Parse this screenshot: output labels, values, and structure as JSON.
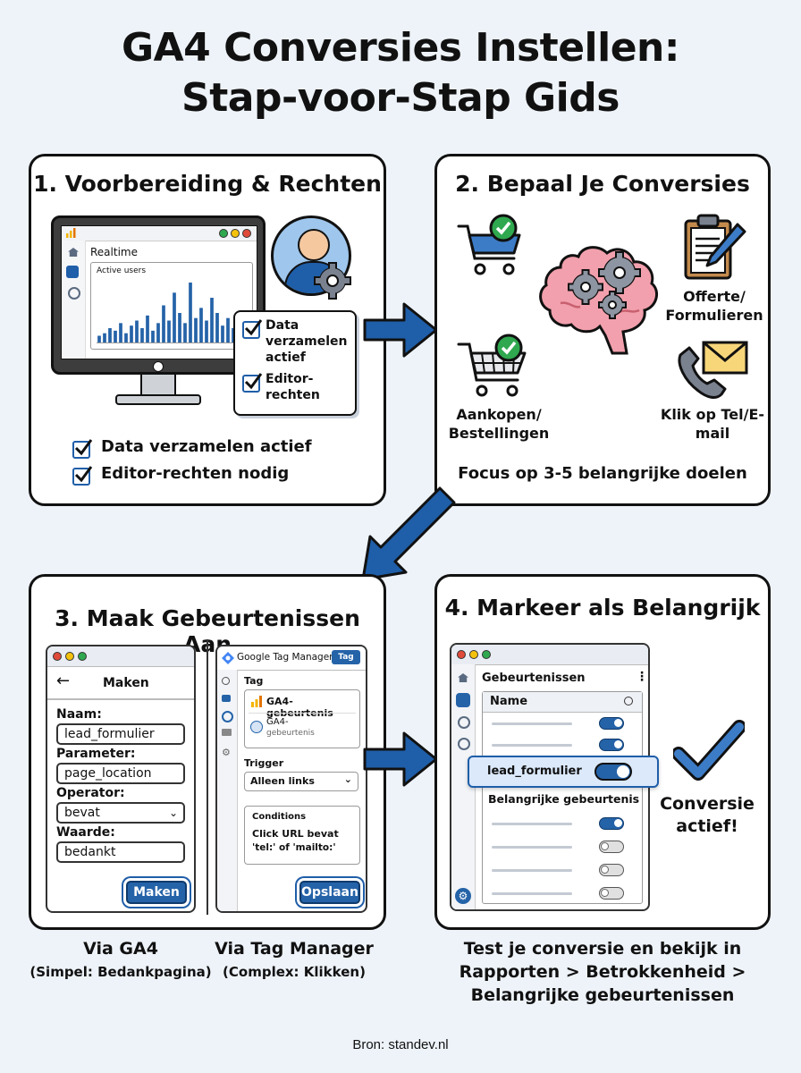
{
  "title": {
    "line1": "GA4 Conversies Instellen:",
    "line2": "Stap-voor-Stap Gids"
  },
  "card1": {
    "title": "1. Voorbereiding & Rechten",
    "screen": {
      "realtime_label": "Realtime",
      "active_users_label": "Active users",
      "bar_values": [
        3,
        4,
        6,
        5,
        8,
        4,
        7,
        9,
        6,
        11,
        5,
        8,
        15,
        9,
        20,
        12,
        8,
        24,
        10,
        14,
        9,
        18,
        12,
        7,
        10,
        6,
        9,
        5
      ]
    },
    "callout": {
      "item1": "Data verzamelen actief",
      "item2": "Editor-rechten"
    },
    "checks": {
      "item1": "Data verzamelen actief",
      "item2": "Editor-rechten nodig"
    }
  },
  "card2": {
    "title": "2. Bepaal Je Conversies",
    "items": {
      "purchases": "Aankopen/ Bestellingen",
      "quotes": "Offerte/ Formulieren",
      "calls": "Klik op Tel/E-mail"
    },
    "footer": "Focus op 3-5 belangrijke doelen"
  },
  "card3": {
    "title": "3. Maak Gebeurtenissen Aan",
    "ga4_form": {
      "header": "Maken",
      "name_label": "Naam:",
      "name_value": "lead_formulier",
      "param_label": "Parameter:",
      "param_value": "page_location",
      "operator_label": "Operator:",
      "operator_value": "bevat",
      "value_label": "Waarde:",
      "value_value": "bedankt",
      "button": "Maken"
    },
    "gtm_form": {
      "header": "Google Tag Manager",
      "header_badge": "Tag",
      "tag_label": "Tag",
      "tag_name": "GA4-gebeurtenis",
      "tag_sub1": "GA4-",
      "tag_sub2": "gebeurtenis",
      "trigger_label": "Trigger",
      "trigger_value": "Alleen links",
      "conditions_label": "Conditions",
      "conditions_text1": "Click URL bevat",
      "conditions_text2": "'tel:' of 'mailto:'",
      "button": "Opslaan"
    }
  },
  "card4": {
    "title": "4. Markeer als Belangrijk",
    "panel": {
      "header": "Gebeurtenissen",
      "column": "Name",
      "highlight": "lead_formulier",
      "section": "Belangrijke gebeurtenis"
    },
    "status": "Conversie actief!"
  },
  "captions": {
    "ga4_title": "Via GA4",
    "ga4_sub": "(Simpel: Bedankpagina)",
    "gtm_title": "Via Tag Manager",
    "gtm_sub": "(Complex: Klikken)",
    "test_line1": "Test je conversie en bekijk in",
    "test_line2": "Rapporten > Betrokkenheid >",
    "test_line3": "Belangrijke gebeurtenissen"
  },
  "source": "Bron: standev.nl",
  "colors": {
    "accent": "#1f5ea8",
    "check_green": "#2fa84f",
    "brain_pink": "#f2a0ad",
    "background": "#eef3f9"
  }
}
